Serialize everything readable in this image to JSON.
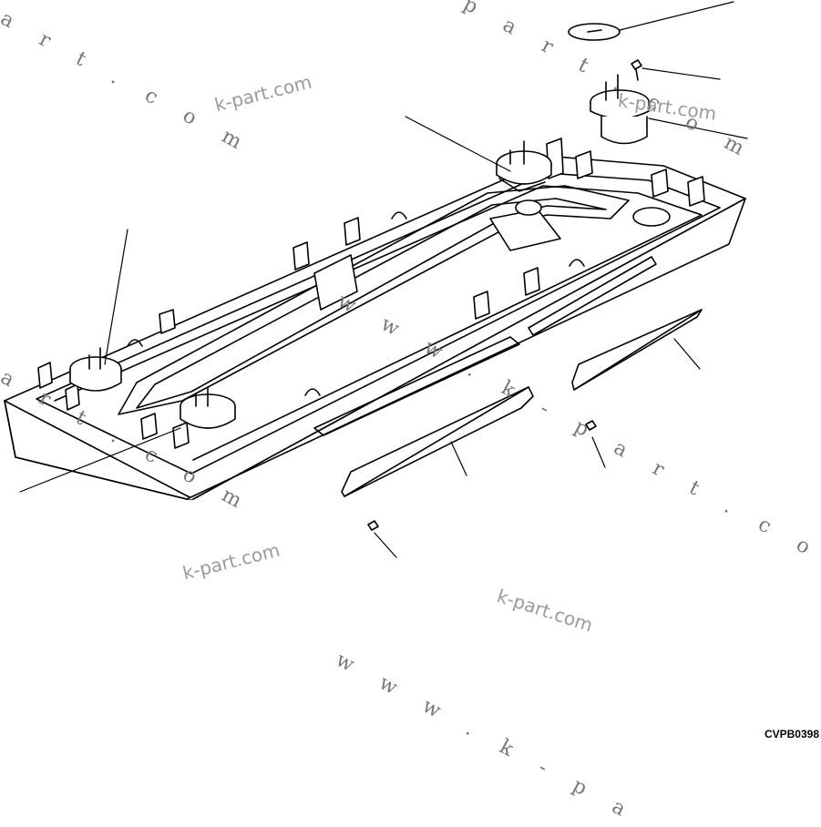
{
  "diagram": {
    "code": "CVPB0398",
    "watermarks": {
      "kpart": "k-part.com",
      "url_full": "w w w . k - p a r t . c o m",
      "url_tail_top_left": "a r t . c o m",
      "url_tail_top": "p a r t . c o m",
      "url_tail_left": "a r t . c o m",
      "url_head_bottom": "w w w . k - p a"
    },
    "parts": [
      {
        "name": "cover-plate-disc"
      },
      {
        "name": "bolt-top"
      },
      {
        "name": "motor-unit"
      },
      {
        "name": "mount-center"
      },
      {
        "name": "mount-left-top"
      },
      {
        "name": "mount-left-bottom"
      },
      {
        "name": "tray-panel"
      },
      {
        "name": "side-panel-right"
      },
      {
        "name": "side-panel-left"
      },
      {
        "name": "screw-right"
      },
      {
        "name": "screw-left"
      }
    ]
  }
}
